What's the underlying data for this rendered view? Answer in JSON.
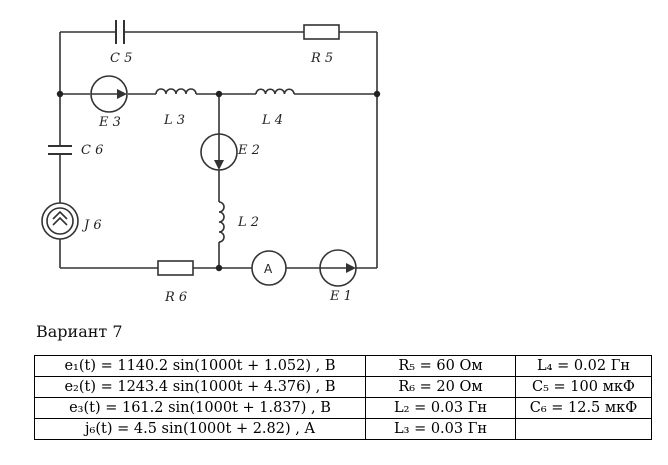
{
  "schematic": {
    "labels": {
      "C5": "C 5",
      "R5": "R 5",
      "E3": "E 3",
      "L3": "L 3",
      "L4": "L 4",
      "C6": "C 6",
      "E2": "E 2",
      "J6": "J 6",
      "L2": "L 2",
      "R6": "R 6",
      "ammeter": "A",
      "E1": "E 1"
    }
  },
  "variant": "Вариант 7",
  "table": {
    "rows": [
      [
        "e₁(t) = 1140.2 sin(1000t + 1.052) , B",
        "R₅ = 60 Ом",
        "L₄ = 0.02 Гн"
      ],
      [
        "e₂(t) = 1243.4 sin(1000t + 4.376) , B",
        "R₆ = 20 Ом",
        "C₅ = 100 мкФ"
      ],
      [
        "e₃(t) = 161.2 sin(1000t + 1.837) , B",
        "L₂ = 0.03 Гн",
        "C₆ = 12.5 мкФ"
      ],
      [
        "j₆(t) = 4.5 sin(1000t + 2.82) , A",
        "L₃ = 0.03 Гн",
        ""
      ]
    ]
  }
}
